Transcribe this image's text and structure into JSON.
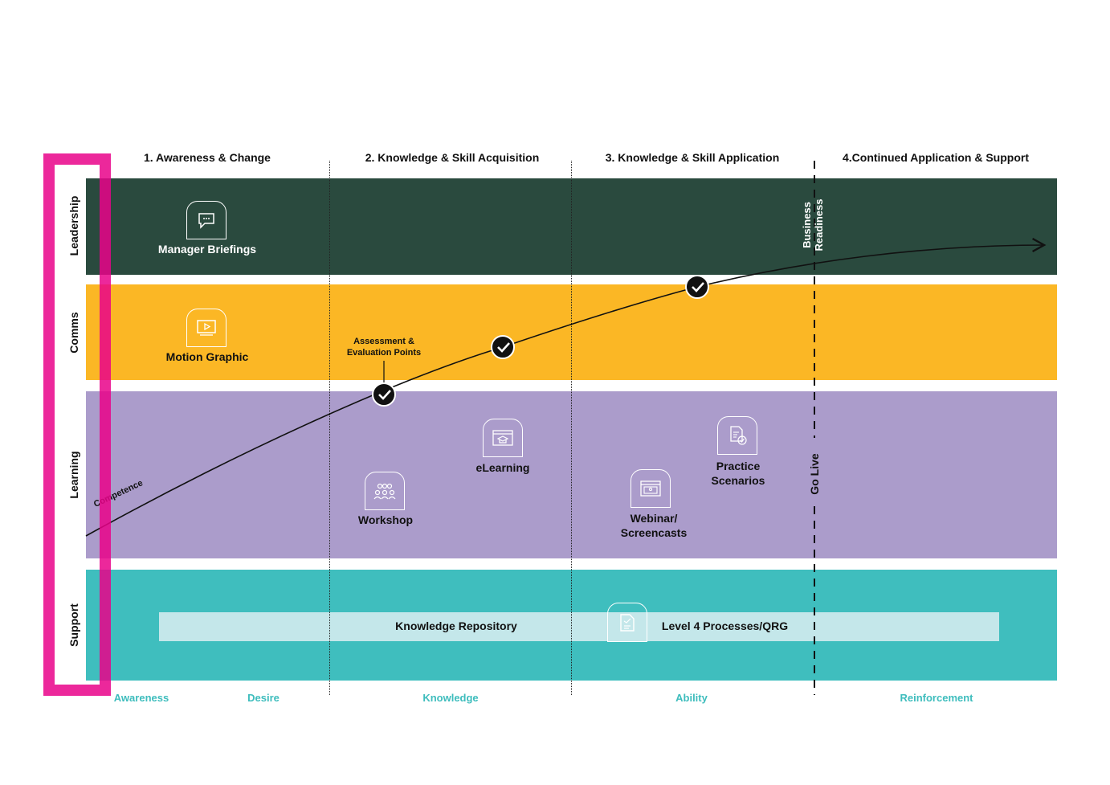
{
  "phases": [
    "1. Awareness & Change",
    "2. Knowledge & Skill Acquisition",
    "3. Knowledge & Skill Application",
    "4.Continued Application & Support"
  ],
  "rows": [
    "Leadership",
    "Comms",
    "Learning",
    "Support"
  ],
  "colors": {
    "leadership": "#2a4a3e",
    "comms": "#fbb725",
    "learning": "#ab9ccb",
    "support": "#3fbebe",
    "support_bar": "#c4e7ea",
    "bracket": "#e9028a",
    "stage_labels": "#3ebdbd"
  },
  "items": {
    "manager_briefings": "Manager Briefings",
    "motion_graphic": "Motion Graphic",
    "workshop": "Workshop",
    "elearning": "eLearning",
    "webinar_line1": "Webinar/",
    "webinar_line2": "Screencasts",
    "practice_line1": "Practice",
    "practice_line2": "Scenarios",
    "knowledge_repository": "Knowledge Repository",
    "level4": "Level 4 Processes/QRG"
  },
  "icons": {
    "manager_briefings": "chat-bubble-icon",
    "motion_graphic": "video-play-icon",
    "workshop": "group-people-icon",
    "elearning": "graduation-cap-browser-icon",
    "webinar": "presenter-screen-icon",
    "practice": "document-check-icon",
    "level4": "document-icon",
    "checkpoint": "check-icon"
  },
  "annotations": {
    "assessment_line1": "Assessment &",
    "assessment_line2": "Evaluation Points",
    "competence": "Competence",
    "business_line1": "Business",
    "business_line2": "Readiness",
    "go_live": "Go Live"
  },
  "stages": [
    "Awareness",
    "Desire",
    "Knowledge",
    "Ability",
    "Reinforcement"
  ]
}
